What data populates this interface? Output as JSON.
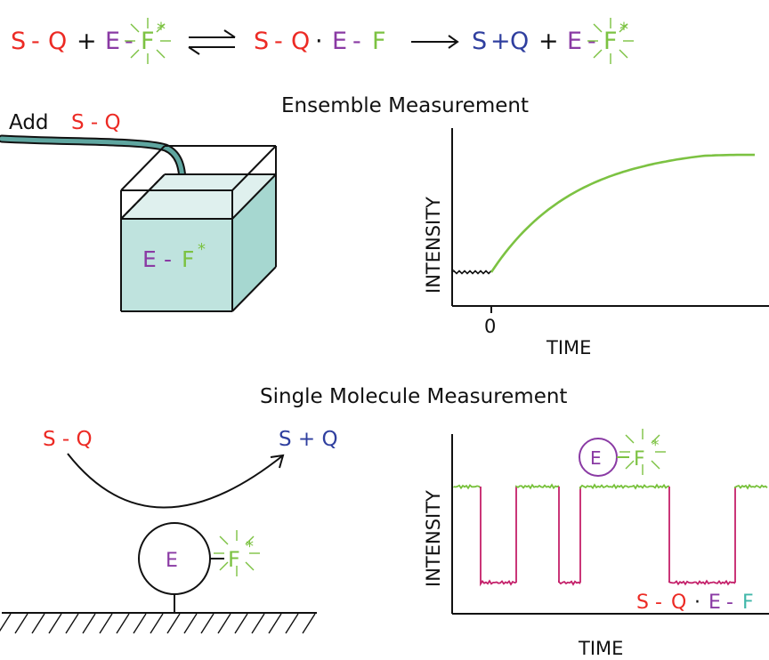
{
  "colors": {
    "s_q": "#ec2a24",
    "e": "#8a3aa4",
    "f": "#7cc242",
    "s_plus_q": "#2f3f9f",
    "black": "#111111",
    "liquid": "#bfe3de",
    "trace_high": "#77c13a",
    "trace_low": "#c4206a",
    "f_cyan": "#40b7a9"
  },
  "equation": {
    "s": "S",
    "q": "Q",
    "e": "E",
    "f": "F",
    "star": "*",
    "dash": "-",
    "plus": "+",
    "dot": "·"
  },
  "ensemble": {
    "title": "Ensemble Measurement",
    "add_label": "Add",
    "add_species": "S - Q",
    "beaker_label_e": "E",
    "beaker_label_f": "F",
    "ylabel": "INTENSITY",
    "xlabel": "TIME",
    "zero_tick": "0"
  },
  "single": {
    "title": "Single Molecule Measurement",
    "substrate": "S - Q",
    "product": "S + Q",
    "enzyme": "E",
    "fluor": "F",
    "ylabel": "INTENSITY",
    "xlabel": "TIME",
    "complex_label_s": "S",
    "complex_label_q": "Q",
    "complex_label_e": "E",
    "complex_label_f": "F",
    "inset_e": "E",
    "inset_f": "F"
  }
}
